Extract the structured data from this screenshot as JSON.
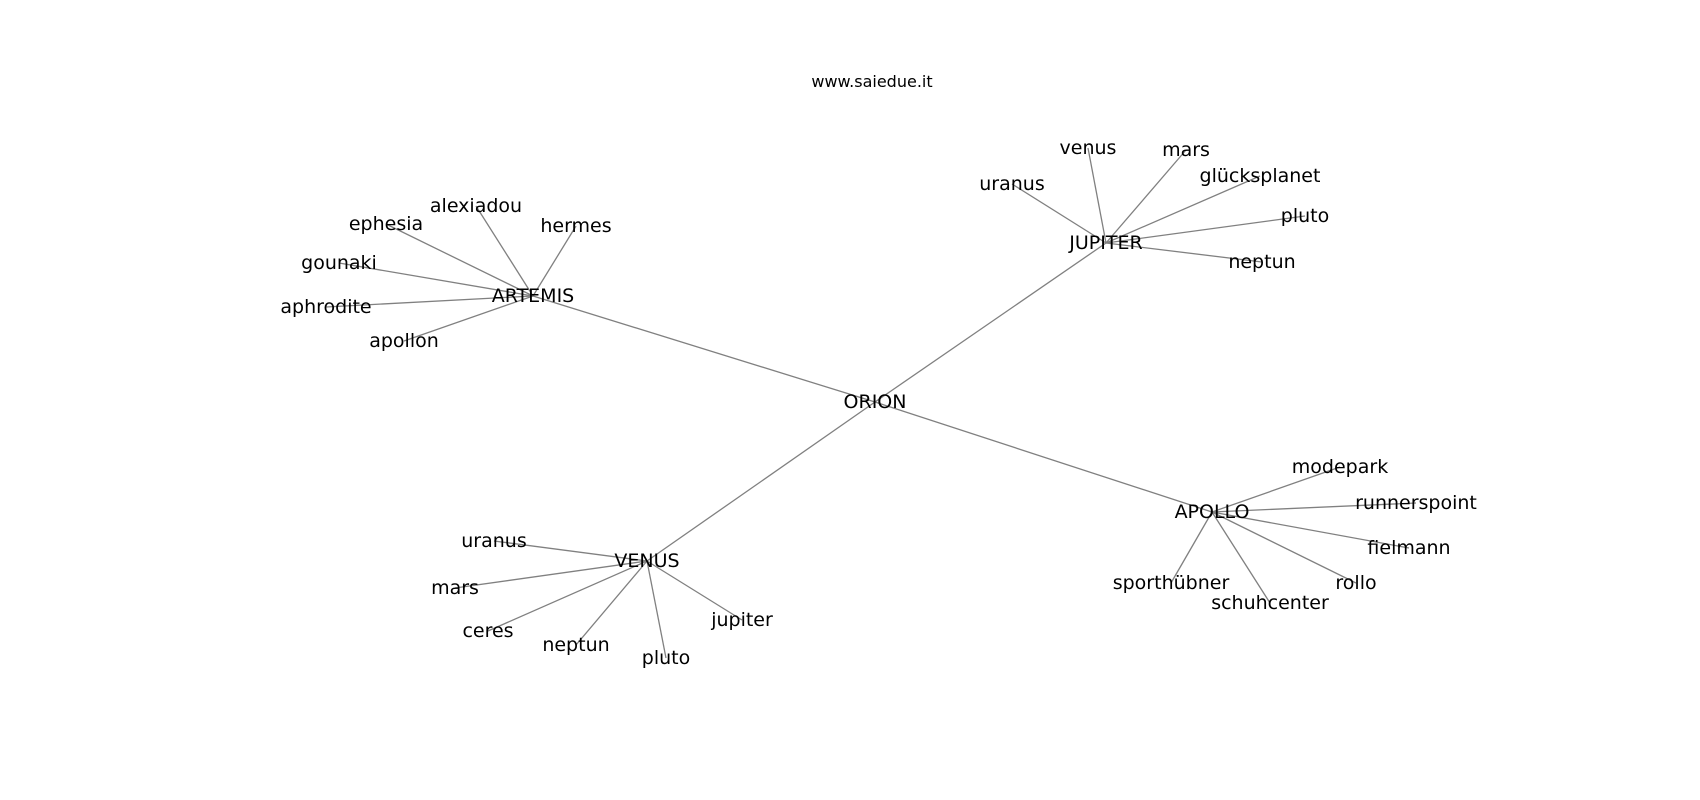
{
  "title": "www.saiedue.it",
  "root": "ORION",
  "hubs": [
    {
      "id": "artemis",
      "label": "ARTEMIS",
      "children": [
        "alexiadou",
        "hermes",
        "ephesia",
        "gounaki",
        "aphrodite",
        "apollon"
      ]
    },
    {
      "id": "jupiter",
      "label": "JUPITER",
      "children": [
        "venus",
        "mars",
        "uranus",
        "glücksplanet",
        "pluto",
        "neptun"
      ]
    },
    {
      "id": "venus",
      "label": "VENUS",
      "children": [
        "uranus",
        "mars",
        "ceres",
        "neptun",
        "pluto",
        "jupiter"
      ]
    },
    {
      "id": "apollo",
      "label": "APOLLO",
      "children": [
        "modepark",
        "runnerspoint",
        "fielmann",
        "rollo",
        "schuhcenter",
        "sporthübner"
      ]
    }
  ],
  "colors": {
    "edge": "#808080",
    "text": "#000000",
    "background": "#ffffff"
  }
}
